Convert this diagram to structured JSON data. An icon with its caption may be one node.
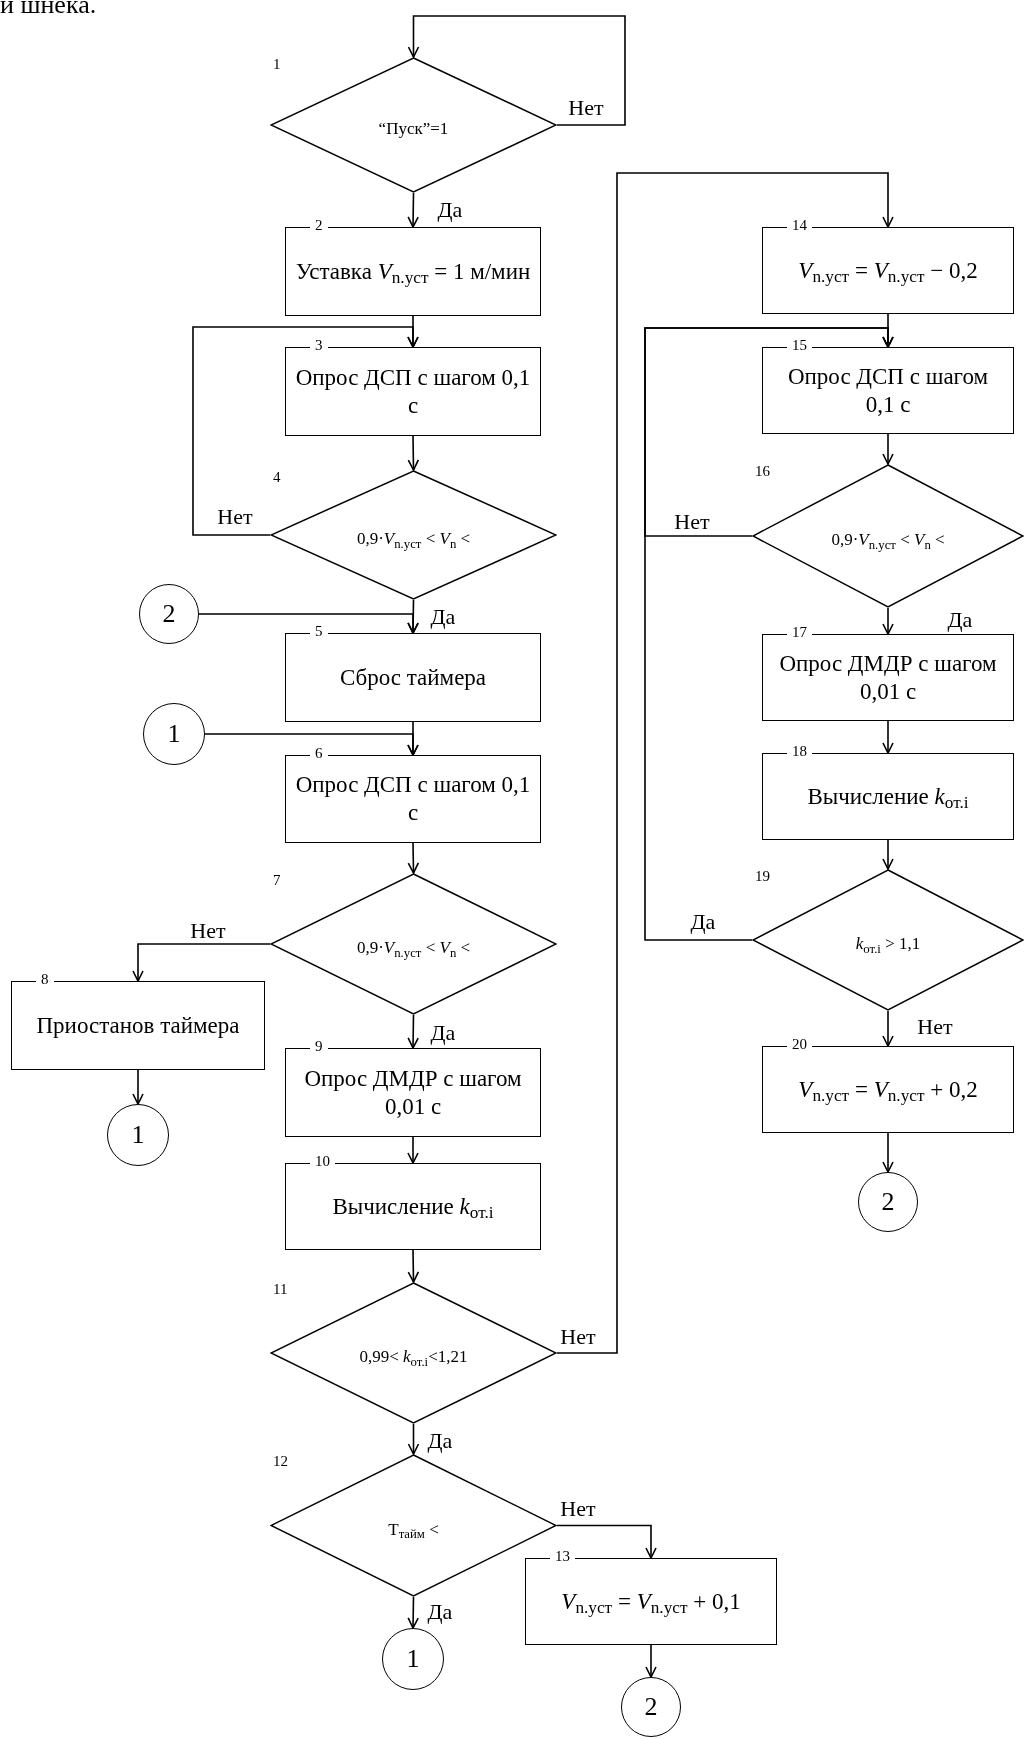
{
  "diagram": {
    "nodes": [
      {
        "text": [
          "1",
          "“Пуск”=1"
        ]
      },
      {
        "text": [
          "2",
          "Уставка *V*$_{n.уст}$ = 1 м/мин"
        ]
      },
      {
        "text": [
          "3",
          "Опрос ДСП с шагом 0,1 с"
        ]
      },
      {
        "text": [
          "4",
          "0,9·*V*$_{n.уст}$ < *V*$_{n}$ <"
        ]
      },
      {
        "text": [
          "2"
        ]
      },
      {
        "text": [
          "5",
          "Сброс таймера"
        ]
      },
      {
        "text": [
          "1"
        ]
      },
      {
        "text": [
          "6",
          "Опрос ДСП с шагом 0,1 с"
        ]
      },
      {
        "text": [
          "7",
          "0,9·*V*$_{n.уст}$ < *V*$_{n}$ <"
        ]
      },
      {
        "text": [
          "8",
          "Приостанов таймера"
        ]
      },
      {
        "text": [
          "1"
        ]
      },
      {
        "text": [
          "9",
          "Опрос ДМДР с шагом 0,01 с"
        ]
      },
      {
        "text": [
          "10",
          "Вычисление *k*$_{от.i}$"
        ]
      },
      {
        "text": [
          "11",
          "0,99< *k*$_{от.i}$<1,21"
        ]
      },
      {
        "text": [
          "12",
          "Т$_{тайм}$ <"
        ]
      },
      {
        "text": [
          "13",
          "*V*$_{n.уст}$ = *V*$_{n.уст}$ + 0,1"
        ]
      },
      {
        "text": [
          "1"
        ]
      },
      {
        "text": [
          "2"
        ]
      },
      {
        "text": [
          "14",
          "*V*$_{n.уст}$ = *V*$_{n.уст}$ − 0,2"
        ]
      },
      {
        "text": [
          "15",
          "Опрос ДСП с шагом 0,1 с"
        ]
      },
      {
        "text": [
          "16",
          "0,9·*V*$_{n.уст}$ < *V*$_{n}$ <"
        ]
      },
      {
        "text": [
          "17",
          "Опрос ДМДР с шагом 0,01 с"
        ]
      },
      {
        "text": [
          "18",
          "Вычисление *k*$_{от.i}$"
        ]
      },
      {
        "text": [
          "19",
          "*k*$_{от.i}$ > 1,1"
        ]
      },
      {
        "text": [
          "20",
          "*V*$_{n.уст}$ = *V*$_{n.уст}$ + 0,2"
        ]
      },
      {
        "text": [
          "2"
        ]
      }
    ],
    "edges": [
      {
        "from": 0,
        "to": 0,
        "arrow": "to",
        "label": "Нет"
      },
      {
        "from": 0,
        "to": 1,
        "arrow": "to",
        "label": "Да"
      },
      {
        "from": 1,
        "to": 2,
        "arrow": "to"
      },
      {
        "from": 2,
        "to": 3,
        "arrow": "to"
      },
      {
        "from": 3,
        "to": 2,
        "arrow": "to",
        "label": "Нет"
      },
      {
        "from": 3,
        "to": 5,
        "arrow": "to",
        "label": "Да"
      },
      {
        "from": 4,
        "to": 5,
        "arrow": "to"
      },
      {
        "from": 5,
        "to": 7,
        "arrow": "to"
      },
      {
        "from": 6,
        "to": 7,
        "arrow": "to"
      },
      {
        "from": 7,
        "to": 8,
        "arrow": "to"
      },
      {
        "from": 8,
        "to": 9,
        "arrow": "to",
        "label": "Нет"
      },
      {
        "from": 9,
        "to": 10,
        "arrow": "to"
      },
      {
        "from": 8,
        "to": 11,
        "arrow": "to",
        "label": "Да"
      },
      {
        "from": 11,
        "to": 12,
        "arrow": "to"
      },
      {
        "from": 12,
        "to": 13,
        "arrow": "to"
      },
      {
        "from": 13,
        "to": 18,
        "arrow": "to",
        "label": "Нет"
      },
      {
        "from": 13,
        "to": 14,
        "arrow": "to",
        "label": "Да"
      },
      {
        "from": 14,
        "to": 15,
        "arrow": "to",
        "label": "Нет"
      },
      {
        "from": 14,
        "to": 16,
        "arrow": "to",
        "label": "Да"
      },
      {
        "from": 15,
        "to": 17,
        "arrow": "to"
      },
      {
        "from": 18,
        "to": 19,
        "arrow": "to"
      },
      {
        "from": 20,
        "to": 19,
        "arrow": "to",
        "label": "Нет"
      },
      {
        "from": 19,
        "to": 20,
        "arrow": "to"
      },
      {
        "from": 20,
        "to": 21,
        "arrow": "to",
        "label": "Да"
      },
      {
        "from": 21,
        "to": 22,
        "arrow": "to"
      },
      {
        "from": 22,
        "to": 23,
        "arrow": "to"
      },
      {
        "from": 23,
        "to": 19,
        "arrow": "to",
        "label": "Да"
      },
      {
        "from": 23,
        "to": 24,
        "arrow": "to",
        "label": "Нет"
      },
      {
        "from": 24,
        "to": 25,
        "arrow": "to"
      }
    ],
    "labels": [
      "и шнека."
    ]
  }
}
